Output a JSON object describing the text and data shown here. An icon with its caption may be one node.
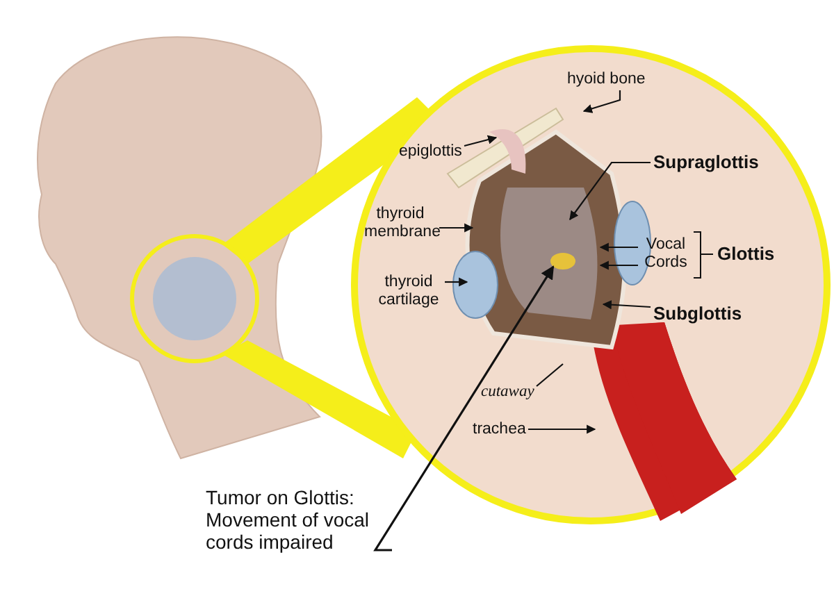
{
  "diagram": {
    "nodes": [
      {
        "text": [
          "hyoid bone"
        ]
      },
      {
        "text": [
          "epiglottis"
        ]
      },
      {
        "text": [
          "Supraglottis"
        ]
      },
      {
        "text": [
          "thyroid membrane"
        ]
      },
      {
        "text": [
          "Vocal Cords"
        ]
      },
      {
        "text": [
          "thyroid cartilage"
        ]
      },
      {
        "text": [
          "Subglottis"
        ]
      },
      {
        "text": [
          "cutaway"
        ]
      },
      {
        "text": [
          "trachea"
        ]
      },
      {
        "text": [
          "Tumor on Glottis: Movement of vocal cords impaired"
        ]
      }
    ],
    "edges": [
      {
        "from": 0,
        "to": null,
        "arrow": "to"
      },
      {
        "from": 1,
        "to": null,
        "arrow": "to"
      },
      {
        "from": 2,
        "to": null,
        "arrow": "to"
      },
      {
        "from": 3,
        "to": null,
        "arrow": "to"
      },
      {
        "from": 4,
        "to": null,
        "arrow": "to"
      },
      {
        "from": 4,
        "to": null,
        "arrow": "to"
      },
      {
        "from": 5,
        "to": null,
        "arrow": "to"
      },
      {
        "from": 6,
        "to": null,
        "arrow": "to"
      },
      {
        "from": 7,
        "to": null,
        "arrow": "none"
      },
      {
        "from": 8,
        "to": null,
        "arrow": "to"
      },
      {
        "from": 9,
        "to": null,
        "arrow": "to"
      }
    ],
    "labels": [
      "Glottis"
    ]
  }
}
